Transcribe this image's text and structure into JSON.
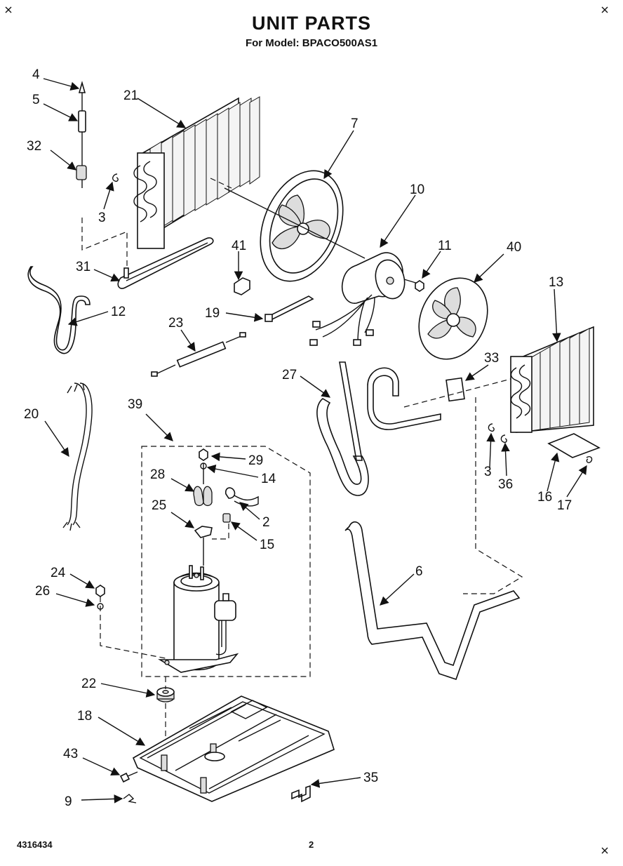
{
  "header": {
    "title": "UNIT PARTS",
    "model_line": "For Model: BPACO500AS1"
  },
  "footer": {
    "doc_number": "4316434",
    "page_number": "2"
  },
  "callouts": {
    "c4": "4",
    "c5": "5",
    "c32": "32",
    "c3a": "3",
    "c21": "21",
    "c7": "7",
    "c10": "10",
    "c11": "11",
    "c40": "40",
    "c13": "13",
    "c41": "41",
    "c31": "31",
    "c12": "12",
    "c19": "19",
    "c23": "23",
    "c33": "33",
    "c27": "27",
    "c20": "20",
    "c39": "39",
    "c29": "29",
    "c14": "14",
    "c28": "28",
    "c2": "2",
    "c25": "25",
    "c15": "15",
    "c3b": "3",
    "c36": "36",
    "c16": "16",
    "c17": "17",
    "c6": "6",
    "c24": "24",
    "c26": "26",
    "c22": "22",
    "c18": "18",
    "c43": "43",
    "c35": "35",
    "c9": "9"
  }
}
